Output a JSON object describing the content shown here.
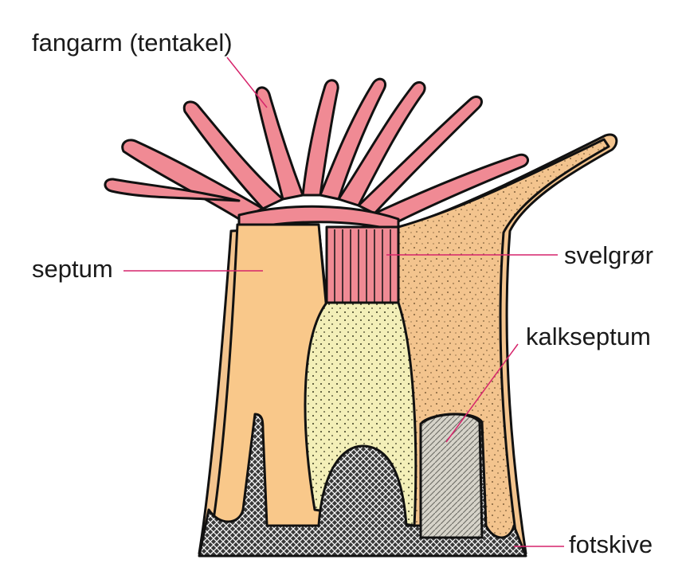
{
  "labels": {
    "tentacle": "fangarm (tentakel)",
    "septum": "septum",
    "pharynx": "svelgrør",
    "calc_septum": "kalkseptum",
    "foot_disc": "fotskive"
  },
  "colors": {
    "tentacle": "#f08a94",
    "septum": "#f9c88a",
    "body_wall": "#f3c48e",
    "mesenterial": "#f3efb8",
    "base": "#2a2a2a",
    "calcareous": "#c9c6bd",
    "leader": "#d6246b",
    "outline": "#111111"
  }
}
